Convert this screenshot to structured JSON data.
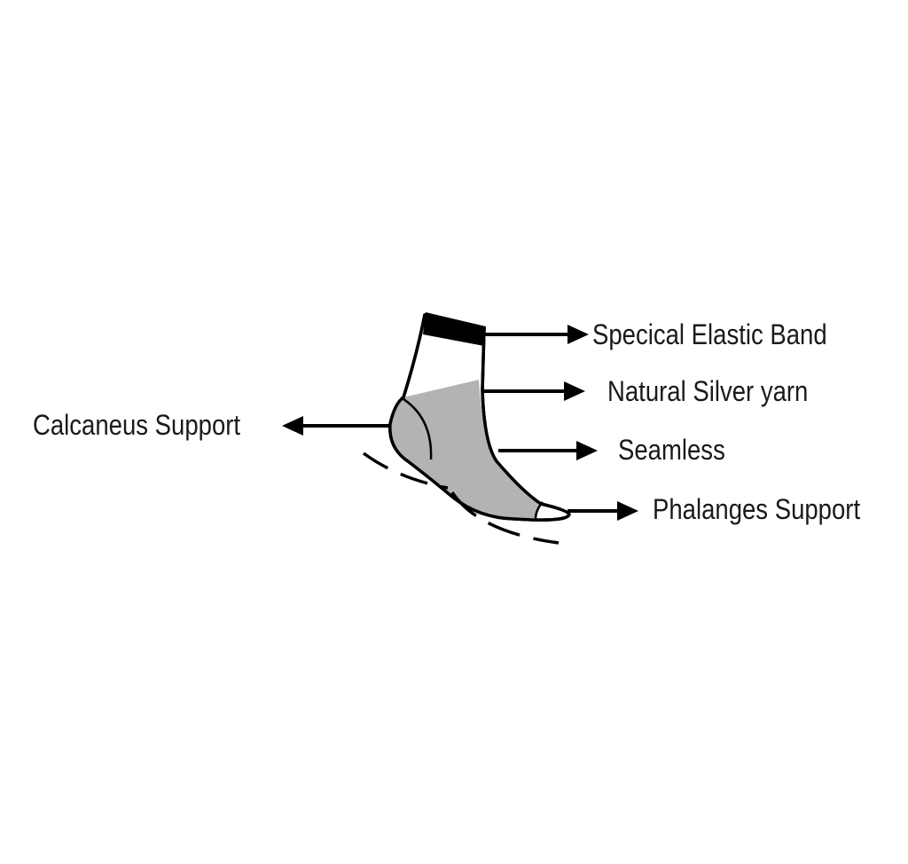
{
  "colors": {
    "background": "#ffffff",
    "outline": "#000000",
    "sock_fill": "#ffffff",
    "heel_sole_fill": "#b3b3b3",
    "band_fill": "#000000",
    "text": "#1a1a1a"
  },
  "icons": {
    "sock": "sock-illustration",
    "ground": "dashed-ground-line",
    "arrow": "arrow-icon"
  },
  "labels": {
    "elastic_band": "Specical Elastic Band",
    "silver_yarn": "Natural Silver yarn",
    "seamless": "Seamless",
    "phalanges": "Phalanges Support",
    "calcaneus": "Calcaneus Support"
  }
}
